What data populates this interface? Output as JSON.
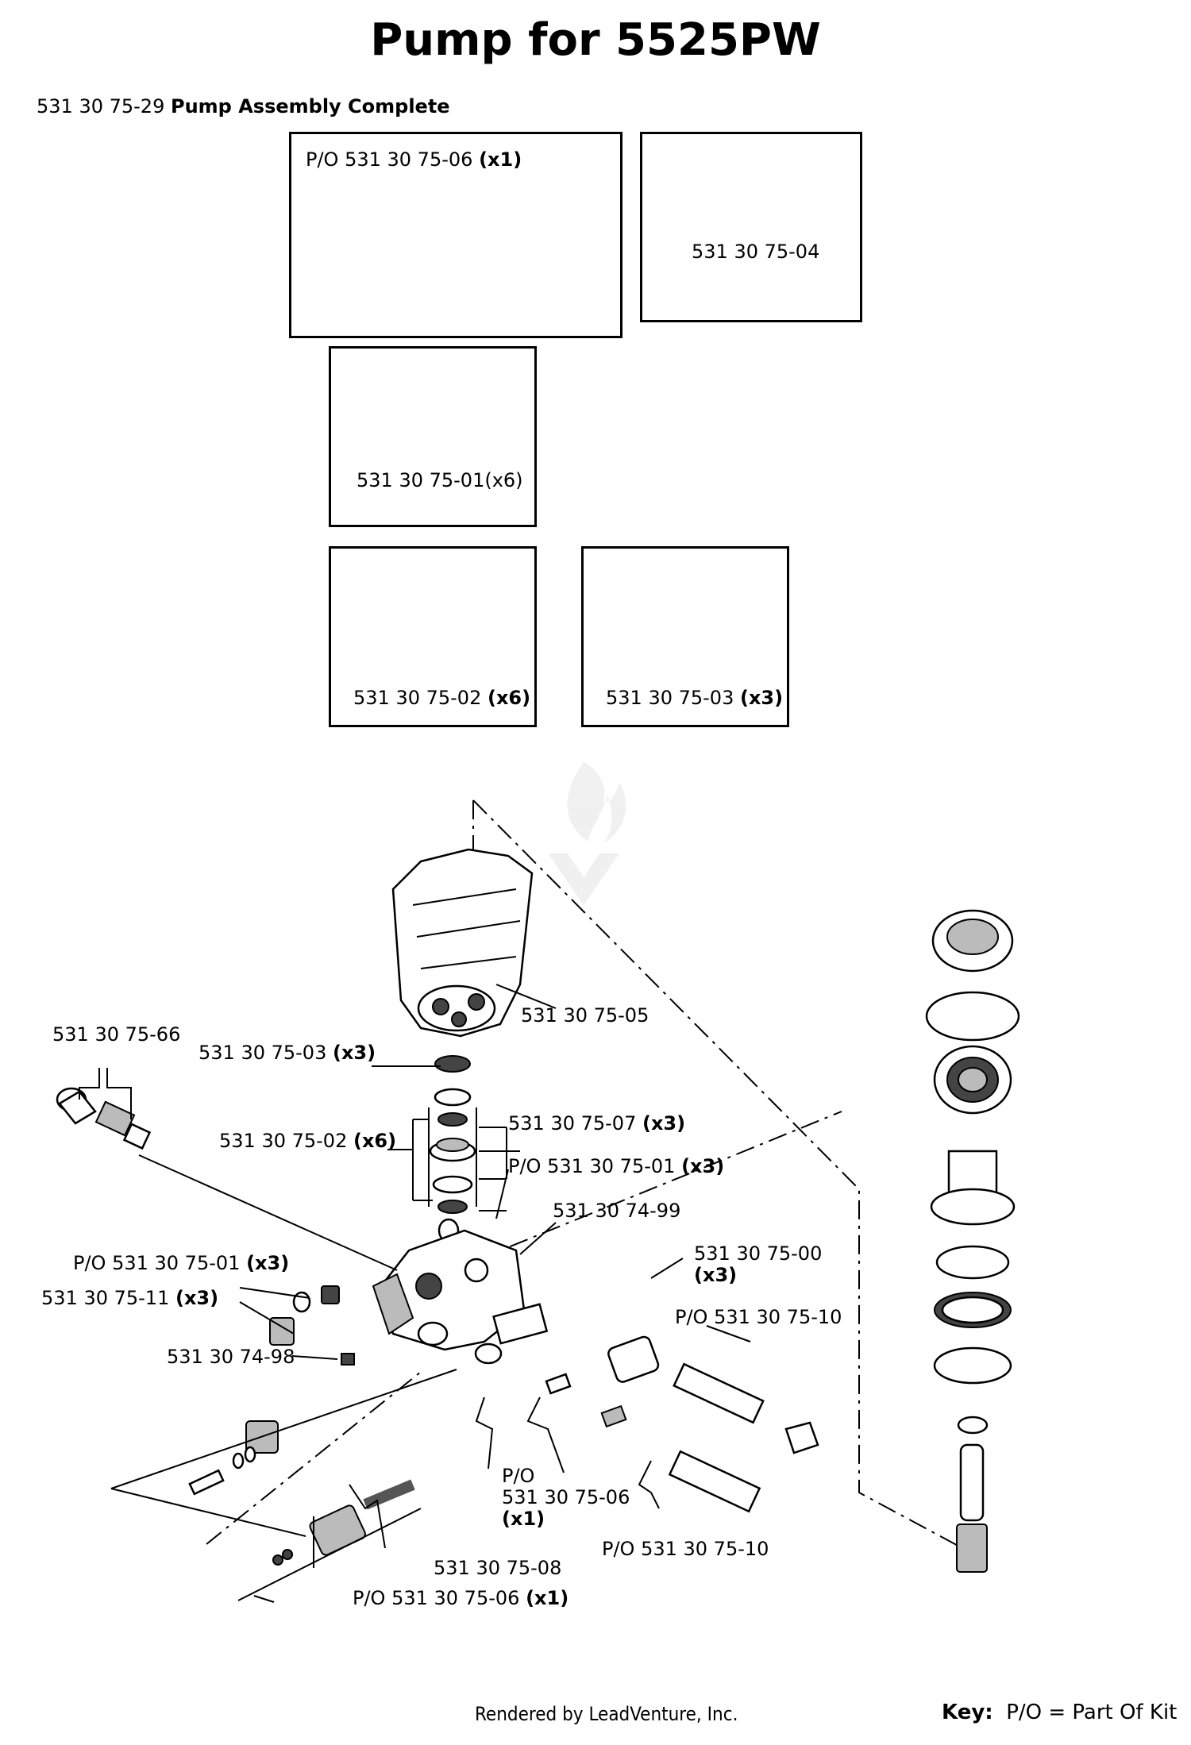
{
  "title": "Pump for 5525PW",
  "assembly": {
    "part": "531 30 75-29",
    "name": "Pump Assembly Complete"
  },
  "kit_boxes": [
    {
      "part": "P/O 531 30 75-06",
      "qty": "(x1)"
    },
    {
      "part": "531 30 75-04",
      "qty": ""
    },
    {
      "part": "531 30 75-01(x6)",
      "qty": ""
    },
    {
      "part": "531 30 75-02",
      "qty": "(x6)"
    },
    {
      "part": "531 30 75-03",
      "qty": "(x3)"
    }
  ],
  "callouts": [
    {
      "part": "531 30 75-05",
      "qty": ""
    },
    {
      "part": "531 30 75-66",
      "qty": ""
    },
    {
      "part": "531 30 75-03",
      "qty": "(x3)"
    },
    {
      "part": "531 30 75-07",
      "qty": "(x3)"
    },
    {
      "part": "531 30 75-02",
      "qty": "(x6)"
    },
    {
      "part": "P/O 531 30 75-01",
      "qty": "(x3)"
    },
    {
      "part": "531 30 74-99",
      "qty": ""
    },
    {
      "part": "531 30 75-00",
      "qty": "(x3)"
    },
    {
      "part": "P/O 531 30 75-01",
      "qty": "(x3)"
    },
    {
      "part": "531 30 75-11",
      "qty": "(x3)"
    },
    {
      "part": "P/O 531 30 75-10",
      "qty": ""
    },
    {
      "part": "531 30 74-98",
      "qty": ""
    },
    {
      "part": "P/O",
      "qty": ""
    },
    {
      "part": "531 30 75-06",
      "qty": ""
    },
    {
      "part": "(x1)",
      "qty": ""
    },
    {
      "part": "P/O 531 30 75-10",
      "qty": ""
    },
    {
      "part": "531 30 75-08",
      "qty": ""
    },
    {
      "part": "P/O 531 30 75-06",
      "qty": "(x1)"
    }
  ],
  "footer": "Rendered by LeadVenture, Inc.",
  "key": {
    "label": "Key:",
    "text": "P/O = Part Of Kit"
  }
}
